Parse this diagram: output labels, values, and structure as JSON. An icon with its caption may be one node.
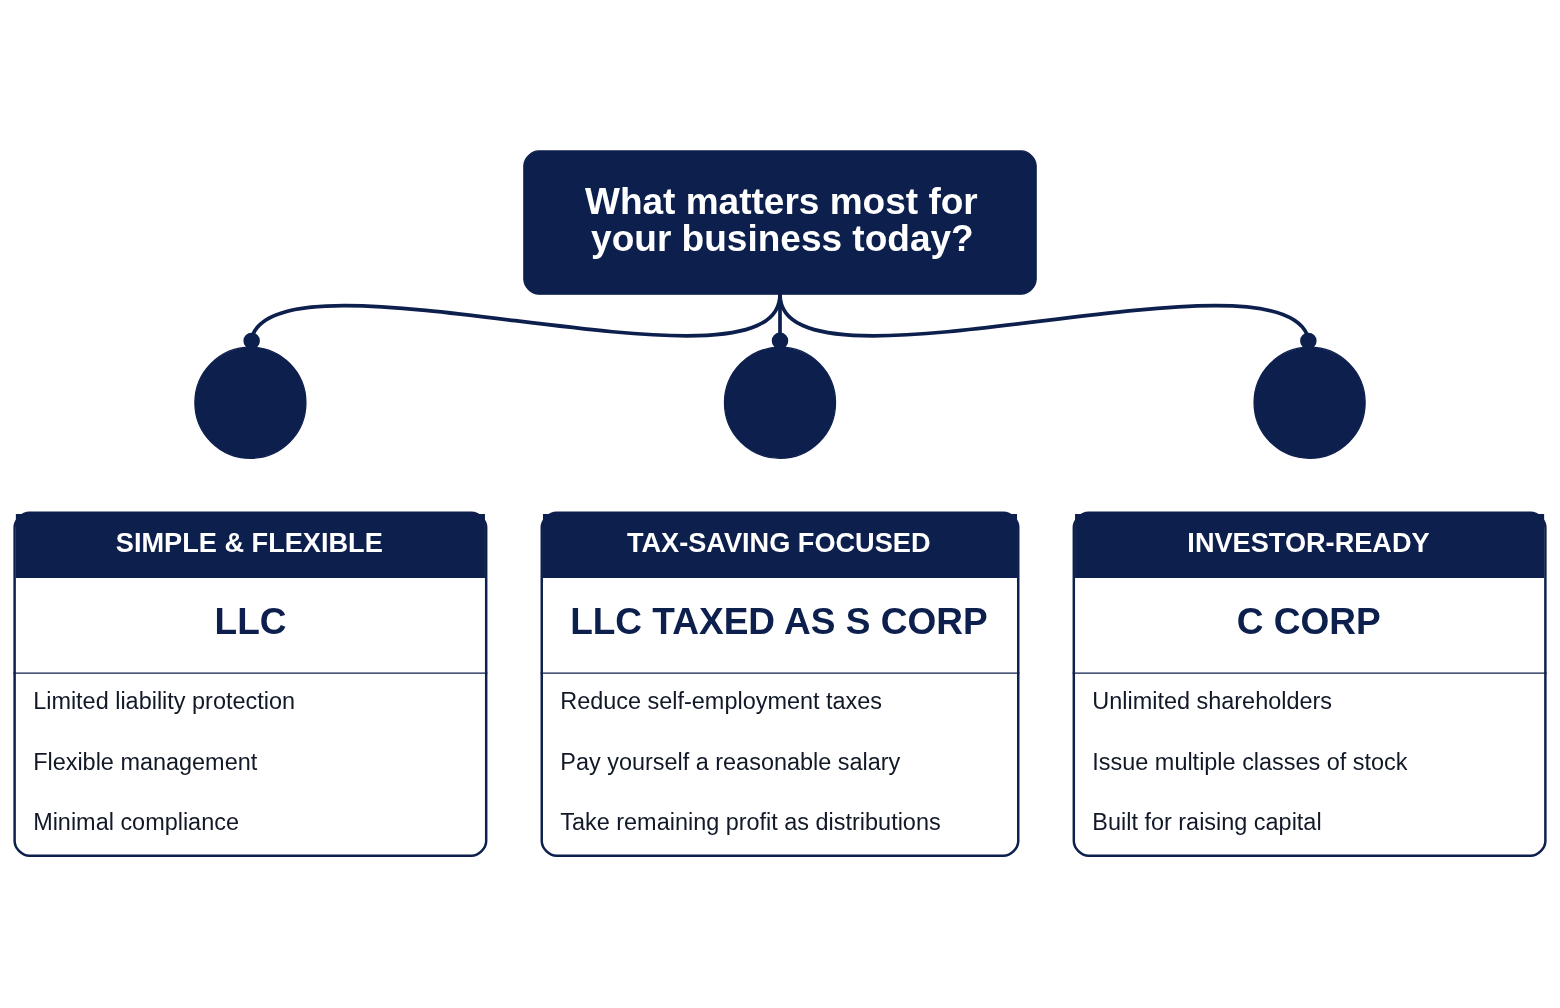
{
  "diagram": {
    "nodes": [
      {
        "text": [
          "What matters most for your business today?"
        ]
      },
      {
        "text": [],
        "shape": "circle"
      },
      {
        "text": [],
        "shape": "circle"
      },
      {
        "text": [],
        "shape": "circle"
      },
      {
        "text": [
          "SIMPLE & FLEXIBLE",
          "LLC",
          "Limited liability protection",
          "Flexible management",
          "Minimal compliance"
        ]
      },
      {
        "text": [
          "TAX-SAVING FOCUSED",
          "LLC TAXED AS S CORP",
          "Reduce self-employment taxes",
          "Pay yourself a reasonable salary",
          "Take remaining profit as distributions"
        ]
      },
      {
        "text": [
          "INVESTOR-READY",
          "C CORP",
          "Unlimited shareholders",
          "Issue multiple classes of stock",
          "Built for raising capital"
        ]
      }
    ],
    "edges": [
      {
        "from": 0,
        "to": 1,
        "arrow": "other"
      },
      {
        "from": 0,
        "to": 2,
        "arrow": "other"
      },
      {
        "from": 0,
        "to": 3,
        "arrow": "other"
      }
    ]
  }
}
